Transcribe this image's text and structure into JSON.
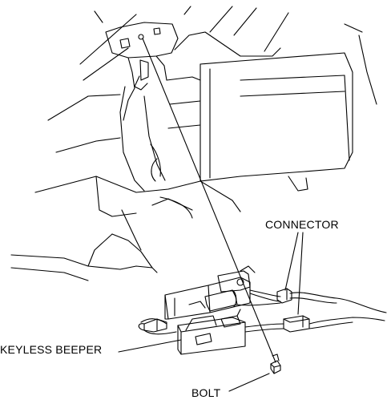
{
  "labels": {
    "connector": "CONNECTOR",
    "keyless_beeper": "KEYLESS BEEPER",
    "bolt": "BOLT"
  },
  "colors": {
    "line": "#000000",
    "background": "#ffffff"
  }
}
